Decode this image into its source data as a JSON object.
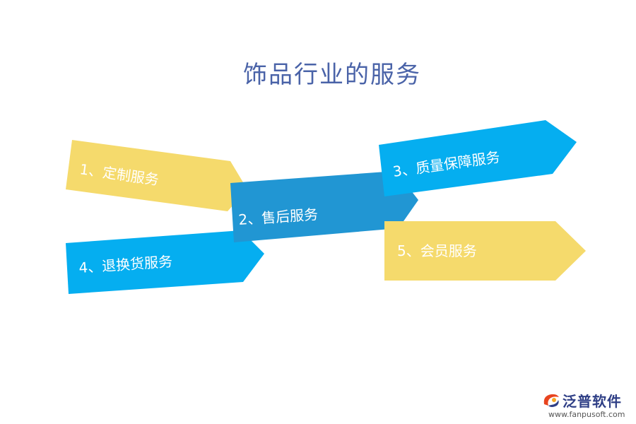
{
  "title": "饰品行业的服务",
  "items": [
    {
      "label": "1、定制服务",
      "color": "#f5da6c"
    },
    {
      "label": "2、售后服务",
      "color": "#2196d3"
    },
    {
      "label": "3、质量保障服务",
      "color": "#05aef0"
    },
    {
      "label": "4、退换货服务",
      "color": "#05aef0"
    },
    {
      "label": "5、会员服务",
      "color": "#f5da6c"
    }
  ],
  "logo": {
    "name": "泛普软件",
    "url": "www.fanpusoft.com"
  }
}
